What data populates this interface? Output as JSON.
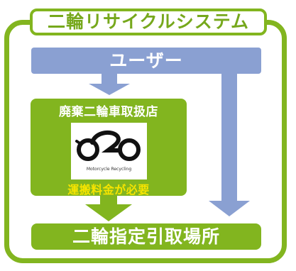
{
  "diagram": {
    "title": "二輪リサイクルシステム",
    "user_label": "ユーザー",
    "shop": {
      "title": "廃棄二輪車取扱店",
      "logo_caption": "Motorcycle Recycling",
      "fee_note": "運搬料金が必要"
    },
    "destination_label": "二輪指定引取場所"
  },
  "colors": {
    "green": "#82b51f",
    "blue": "#8aa0d2",
    "fee_yellow": "#f6e400"
  }
}
